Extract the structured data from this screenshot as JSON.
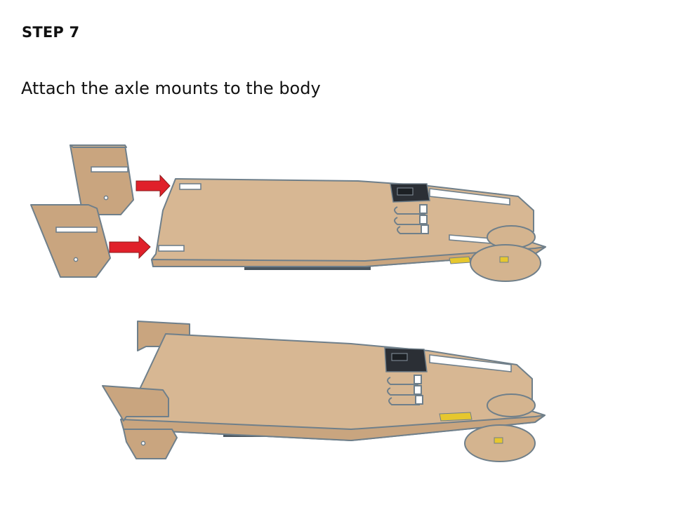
{
  "step": {
    "title": "STEP 7",
    "instruction": "Attach the axle mounts to the body"
  },
  "colors": {
    "wood": "#d7b793",
    "wood_dark": "#c9a57f",
    "outline": "#6f7f8a",
    "arrow": "#e0202a",
    "motor_box": "#2b2f35",
    "motor_tape": "#e6c72e"
  },
  "figures": [
    {
      "id": "before",
      "description_icon": "arrows-insert-icon"
    },
    {
      "id": "after",
      "description_icon": "assembled-car-icon"
    }
  ]
}
